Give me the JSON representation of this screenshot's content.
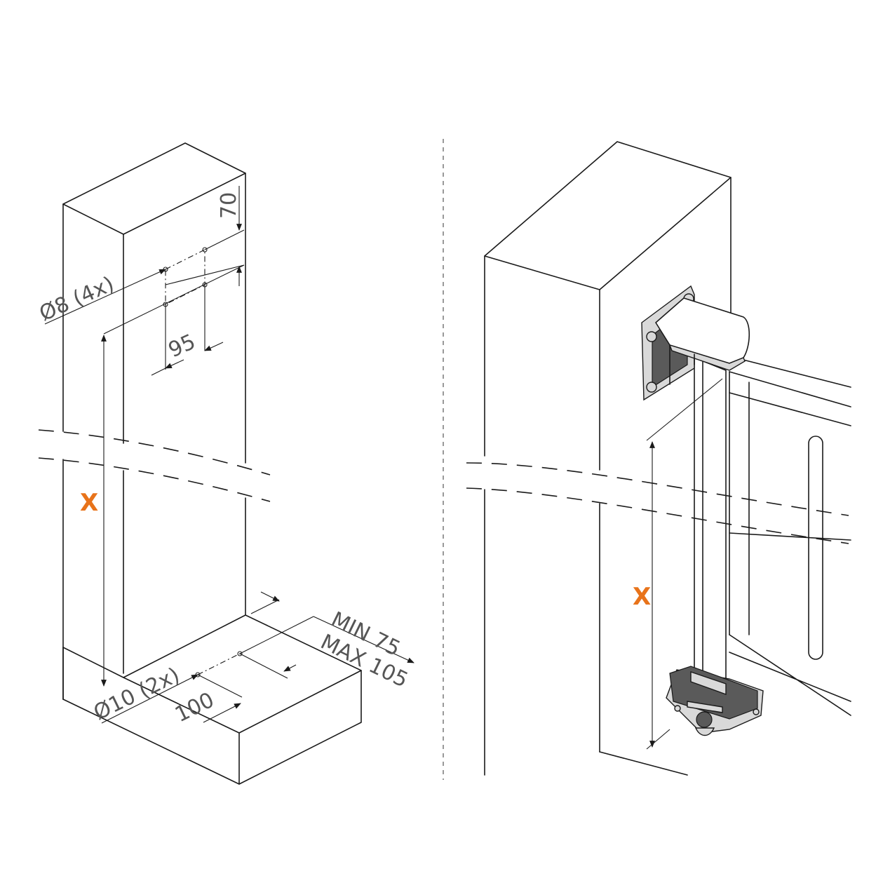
{
  "labels": {
    "hole_top": "Ø8 (4x)",
    "dim_70": "70",
    "dim_95": "95",
    "hole_bottom": "Ø10 (2x)",
    "dim_100": "100",
    "min": "MIN 75",
    "max": "MAX 105",
    "x_left": "X",
    "x_right": "X"
  },
  "colors": {
    "accent": "#e8731a",
    "line": "#1a1a1a",
    "label": "#555555",
    "divider": "#999999"
  }
}
